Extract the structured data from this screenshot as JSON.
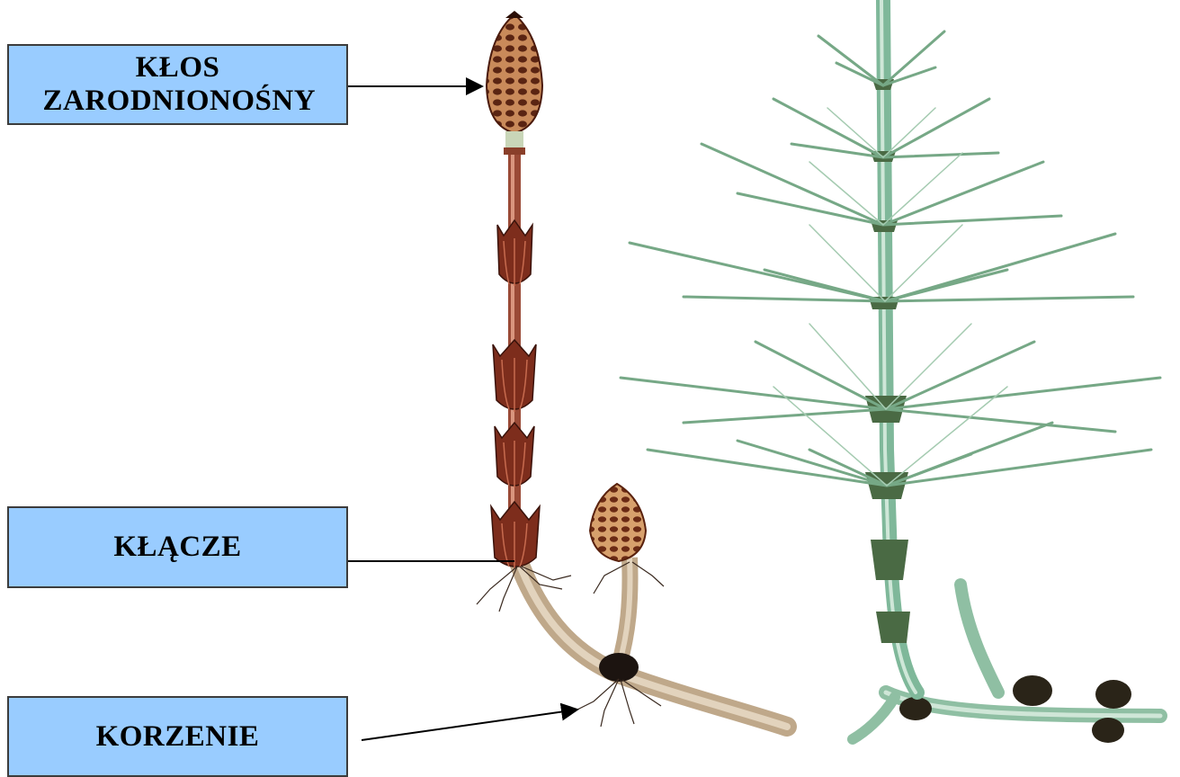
{
  "labels": {
    "spore_cone": "KŁOS ZARODNIONOŚNY",
    "rhizome": "KŁĄCZE",
    "roots": "KORZENIE"
  },
  "colors": {
    "label_fill": "#99ccff",
    "label_border": "#3c3c3c",
    "fertile_stem": "#8a3f2a",
    "cone": "#a34b2c",
    "sterile_stem": "#7fb89a",
    "rhizome": "#c8b49a"
  }
}
